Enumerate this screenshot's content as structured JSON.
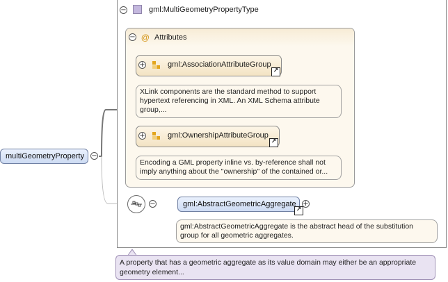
{
  "root_element": {
    "name": "multiGeometryProperty",
    "documentation": "A property that has a geometric aggregate as its value domain may either be an appropriate geometry element..."
  },
  "complex_type": {
    "name": "gml:MultiGeometryPropertyType"
  },
  "attributes": {
    "label": "Attributes",
    "groups": [
      {
        "name": "gml:AssociationAttributeGroup",
        "documentation": "XLink components are the standard method to support hypertext referencing in XML. An XML Schema attribute group,..."
      },
      {
        "name": "gml:OwnershipAttributeGroup",
        "documentation": "Encoding a GML property inline vs. by-reference shall not imply anything about the \"ownership\" of the contained or..."
      }
    ]
  },
  "child_element": {
    "name": "gml:AbstractGeometricAggregate",
    "documentation": "gml:AbstractGeometricAggregate is the abstract head of the substitution group for all geometric aggregates."
  },
  "symbols": {
    "collapse": "−",
    "expand": "+",
    "at": "@",
    "link": "↗"
  },
  "colors": {
    "element_fill": "#d6e2f7",
    "group_fill": "#f6e7c9",
    "doc_fill": "#fdf8ee",
    "element_doc_fill": "#e9e3f2",
    "type_icon": "#c4b8de"
  }
}
